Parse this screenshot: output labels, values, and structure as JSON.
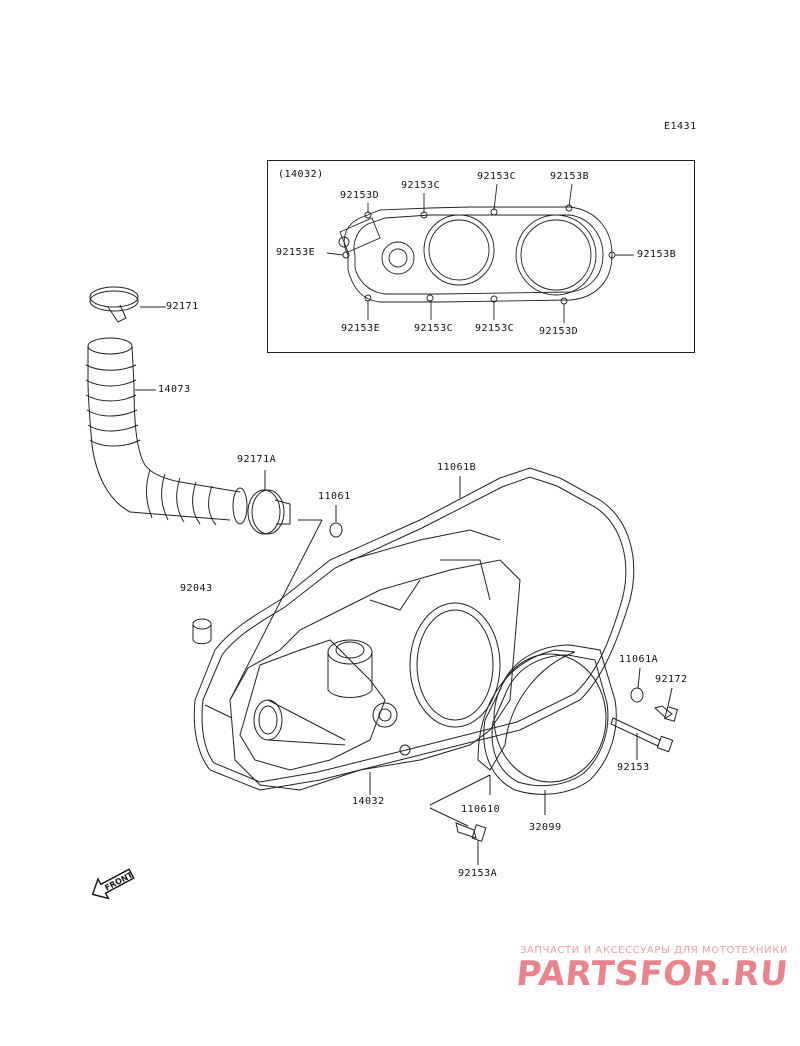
{
  "diagram_code": "E1431",
  "inset": {
    "title": "(14032)",
    "labels": {
      "d_top_left": "92153D",
      "c_top_1": "92153C",
      "c_top_2": "92153C",
      "b_top": "92153B",
      "e_left": "92153E",
      "b_right": "92153B",
      "e_bottom": "92153E",
      "c_bottom_1": "92153C",
      "c_bottom_2": "92153C",
      "d_bottom": "92153D"
    }
  },
  "parts": {
    "clamp_92171": "92171",
    "hose_14073": "14073",
    "clamp_92171a": "92171A",
    "gasket_11061b": "11061B",
    "oring_11061": "11061",
    "pin_92043": "92043",
    "oring_11061a": "11061A",
    "bolt_92172": "92172",
    "bolt_92153": "92153",
    "cover_14032": "14032",
    "gasket_110610": "110610",
    "cover_32099": "32099",
    "bolt_92153a": "92153A"
  },
  "front_label": "FRONT",
  "watermark": {
    "tagline": "ЗАПЧАСТИ И АКСЕССУАРЫ ДЛЯ МОТОТЕХНИКИ",
    "logo": "PARTSFOR.RU"
  }
}
